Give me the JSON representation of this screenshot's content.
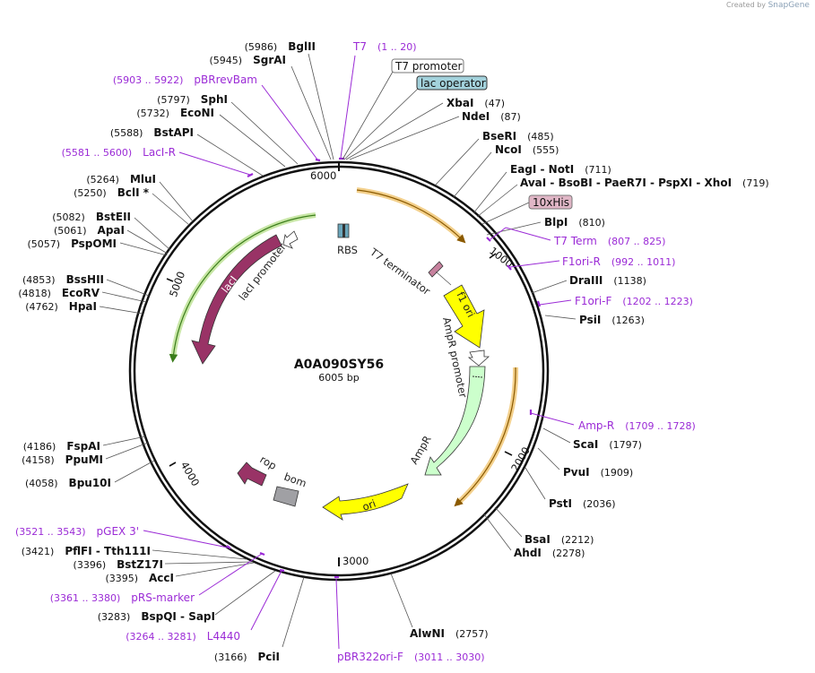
{
  "credit": {
    "prefix": "Created by",
    "brand": "SnapGene"
  },
  "plasmid": {
    "name": "A0A090SY56",
    "size": "6005 bp"
  },
  "ticks": [
    "1000",
    "2000",
    "3000",
    "4000",
    "5000",
    "6000"
  ],
  "features": {
    "rbs": "RBS",
    "t7_terminator": "T7 terminator",
    "f1_ori": "f1 ori",
    "ampr_promoter": "AmpR promoter",
    "ampr": "AmpR",
    "ori": "ori",
    "bom": "bom",
    "rop": "rop",
    "laci": "lacI",
    "laci_promoter": "lacI promoter"
  },
  "boxed_labels": {
    "t7_promoter": "T7 promoter",
    "lac_operator": "lac operator",
    "his10": "10xHis"
  },
  "right_sites": {
    "xbai": {
      "name": "XbaI",
      "pos": "(47)"
    },
    "ndei": {
      "name": "NdeI",
      "pos": "(87)"
    },
    "bseri": {
      "name": "BseRI",
      "pos": "(485)"
    },
    "ncoi": {
      "name": "NcoI",
      "pos": "(555)"
    },
    "eagi_noti": {
      "name": "EagI - NotI",
      "pos": "(711)"
    },
    "ava_group": {
      "name": "AvaI - BsoBI - PaeR7I - PspXI - XhoI",
      "pos": "(719)"
    },
    "blpi": {
      "name": "BlpI",
      "pos": "(810)"
    },
    "draiii": {
      "name": "DraIII",
      "pos": "(1138)"
    },
    "psti_1": {
      "name": "PsiI",
      "pos": "(1263)"
    },
    "scai": {
      "name": "ScaI",
      "pos": "(1797)"
    },
    "pvui": {
      "name": "PvuI",
      "pos": "(1909)"
    },
    "psti": {
      "name": "PstI",
      "pos": "(2036)"
    },
    "bsai": {
      "name": "BsaI",
      "pos": "(2212)"
    },
    "ahdi": {
      "name": "AhdI",
      "pos": "(2278)"
    },
    "alwni": {
      "name": "AlwNI",
      "pos": "(2757)"
    }
  },
  "right_primers": {
    "t7": {
      "name": "T7",
      "range": "(1 .. 20)"
    },
    "t7term": {
      "name": "T7 Term",
      "range": "(807 .. 825)"
    },
    "f1orir": {
      "name": "F1ori-R",
      "range": "(992 .. 1011)"
    },
    "f1orif": {
      "name": "F1ori-F",
      "range": "(1202 .. 1223)"
    },
    "ampr": {
      "name": "Amp-R",
      "range": "(1709 .. 1728)"
    },
    "pbr322": {
      "name": "pBR322ori-F",
      "range": "(3011 .. 3030)"
    }
  },
  "left_sites": {
    "bglii": {
      "name": "BglII",
      "pos": "(5986)"
    },
    "sgrai": {
      "name": "SgrAI",
      "pos": "(5945)"
    },
    "sphi": {
      "name": "SphI",
      "pos": "(5797)"
    },
    "econi": {
      "name": "EcoNI",
      "pos": "(5732)"
    },
    "bstapi": {
      "name": "BstAPI",
      "pos": "(5588)"
    },
    "mlui": {
      "name": "MluI",
      "pos": "(5264)"
    },
    "bcli": {
      "name": "BclI *",
      "pos": "(5250)"
    },
    "bsteii": {
      "name": "BstEII",
      "pos": "(5082)"
    },
    "apai": {
      "name": "ApaI",
      "pos": "(5061)"
    },
    "pspomi": {
      "name": "PspOMI",
      "pos": "(5057)"
    },
    "bsshii": {
      "name": "BssHII",
      "pos": "(4853)"
    },
    "ecorv": {
      "name": "EcoRV",
      "pos": "(4818)"
    },
    "hpai": {
      "name": "HpaI",
      "pos": "(4762)"
    },
    "fspai": {
      "name": "FspAI",
      "pos": "(4186)"
    },
    "ppumi": {
      "name": "PpuMI",
      "pos": "(4158)"
    },
    "bpu10i": {
      "name": "Bpu10I",
      "pos": "(4058)"
    },
    "pflfi": {
      "name": "PflFI - Tth111I",
      "pos": "(3421)"
    },
    "bstz17i": {
      "name": "BstZ17I",
      "pos": "(3396)"
    },
    "acci": {
      "name": "AccI",
      "pos": "(3395)"
    },
    "bspqi": {
      "name": "BspQI - SapI",
      "pos": "(3283)"
    },
    "pcii": {
      "name": "PciI",
      "pos": "(3166)"
    }
  },
  "left_primers": {
    "pbrrevbam": {
      "name": "pBRrevBam",
      "range": "(5903 .. 5922)"
    },
    "lacir": {
      "name": "LacI-R",
      "range": "(5581 .. 5600)"
    },
    "pgex3": {
      "name": "pGEX 3'",
      "range": "(3521 .. 3543)"
    },
    "prsmarker": {
      "name": "pRS-marker",
      "range": "(3361 .. 3380)"
    },
    "l4440": {
      "name": "L4440",
      "range": "(3264 .. 3281)"
    }
  },
  "colors": {
    "backbone": "#111111",
    "primer": "#9b2bd6",
    "f1_ori": "#ffff00",
    "ampr": "#ccffcc",
    "laci": "#993366",
    "bom": "#a0a0a4",
    "his_tag": "#e0b6c6",
    "lac_operator": "#a3d2dc"
  }
}
